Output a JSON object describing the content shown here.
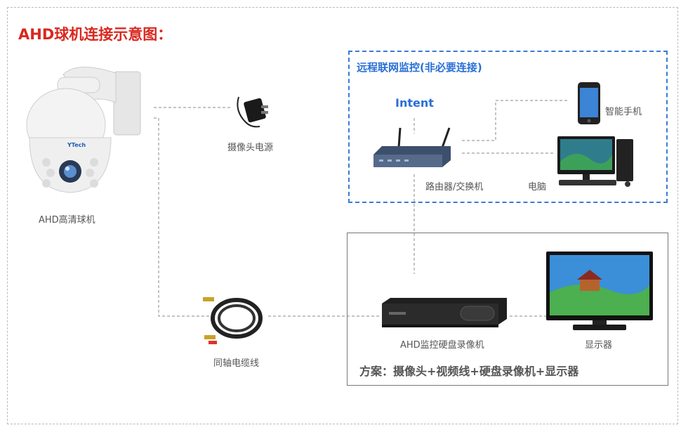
{
  "title": "AHD球机连接示意图：",
  "remote": {
    "title": "远程联网监控(非必要连接)",
    "intent": "Intent"
  },
  "labels": {
    "camera": "AHD高清球机",
    "camera_brand": "YTech",
    "power": "摄像头电源",
    "cable": "同轴电缆线",
    "router": "路由器/交换机",
    "phone": "智能手机",
    "pc": "电脑",
    "nvr": "AHD监控硬盘录像机",
    "monitor": "显示器"
  },
  "plan": "方案：摄像头+视频线+硬盘录像机+显示器",
  "colors": {
    "title": "#d9281f",
    "accent": "#2a6fd6"
  }
}
